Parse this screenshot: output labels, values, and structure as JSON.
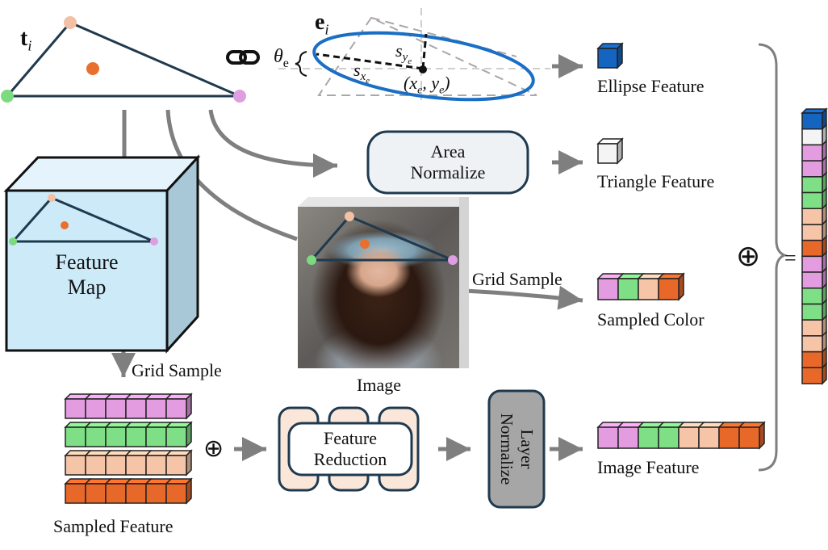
{
  "math": {
    "t_var": "t",
    "t_sub": "i",
    "e_var": "e",
    "e_sub": "i",
    "theta": "θ",
    "theta_sub": "e",
    "sy": "s",
    "sy_sub": "y",
    "sy_subsub": "e",
    "sx": "s",
    "sx_sub": "x",
    "sx_subsub": "e",
    "center": "(x",
    "center_sub1": "e",
    "center_mid": ", y",
    "center_sub2": "e",
    "center_end": ")"
  },
  "labels": {
    "ellipse_feature": "Ellipse Feature",
    "triangle_feature": "Triangle Feature",
    "sampled_color": "Sampled Color",
    "image_feature": "Image Feature",
    "sampled_feature": "Sampled Feature",
    "image": "Image",
    "grid_sample_top": "Grid Sample",
    "grid_sample_left": "Grid Sample",
    "equals": "=",
    "oplus_big": "⊕",
    "oplus_small": "⊕"
  },
  "boxes": {
    "area_normalize_line1": "Area",
    "area_normalize_line2": "Normalize",
    "feature_map_line1": "Feature",
    "feature_map_line2": "Map",
    "feature_reduction_line1": "Feature",
    "feature_reduction_line2": "Reduction",
    "layer_normalize_line1": "Layer",
    "layer_normalize_line2": "Normalize"
  },
  "colors": {
    "ellipse_blue": "#1a6fc4",
    "cube_blue": "#1565c0",
    "pink": "#e39ce0",
    "green": "#7fdf86",
    "peach": "#f6c5a8",
    "orange": "#e8682a",
    "vertex_pink": "#f3c0a4",
    "vertex_green": "#7cdb7e",
    "vertex_violet": "#dd9fe0",
    "centroid": "#e8702f",
    "feature_map_front": "#cdeaf9",
    "feature_map_side": "#a8c8d8",
    "area_box_fill": "#eef2f4",
    "reduction_fill": "#fbe6da",
    "layer_norm_fill": "#a6a6a6",
    "arrow_gray": "#7f7f7f"
  },
  "icons": {
    "link": "link-icon"
  },
  "sequences": {
    "sampled_color": [
      "pink",
      "green",
      "peach",
      "orange"
    ],
    "image_feature": [
      "pink",
      "pink",
      "green",
      "green",
      "peach",
      "peach",
      "orange",
      "orange"
    ],
    "concat_column": [
      "blue",
      "white",
      "pink",
      "pink",
      "green",
      "green",
      "peach",
      "peach",
      "orange",
      "pink",
      "pink",
      "green",
      "green",
      "peach",
      "peach",
      "orange",
      "orange"
    ],
    "sampled_feature_rows": [
      "pink",
      "green",
      "peach",
      "orange"
    ]
  }
}
